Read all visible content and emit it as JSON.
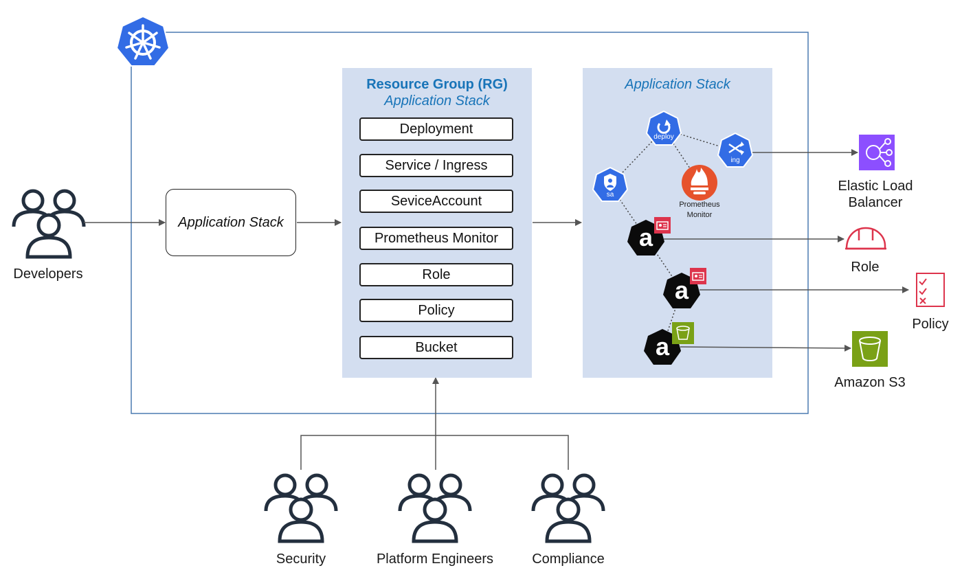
{
  "actors": {
    "developers": "Developers",
    "security": "Security",
    "platform_engineers": "Platform Engineers",
    "compliance": "Compliance"
  },
  "app_stack_box": "Application Stack",
  "resource_group": {
    "title": "Resource Group (RG)",
    "subtitle": "Application Stack",
    "items": [
      "Deployment",
      "Service / Ingress",
      "SeviceAccount",
      "Prometheus Monitor",
      "Role",
      "Policy",
      "Bucket"
    ]
  },
  "application_stack_panel": {
    "title": "Application Stack",
    "deploy": "deploy",
    "ing": "ing",
    "sa": "sa",
    "prometheus_monitor": [
      "Prometheus",
      "Monitor"
    ],
    "ack_letter": "a"
  },
  "aws": {
    "elb": [
      "Elastic Load",
      "Balancer"
    ],
    "role": "Role",
    "policy": "Policy",
    "s3": "Amazon S3"
  },
  "colors": {
    "cluster_border": "#4a7ab0",
    "k8s_blue": "#326ce5",
    "panel_bg": "#d3def0",
    "panel_title": "#1874b8",
    "elb_purple": "#8c4fff",
    "iam_red": "#dd344c",
    "s3_green": "#7aa116",
    "prometheus_orange": "#e6522c"
  },
  "icons": {
    "kubernetes": "kubernetes-helm-icon",
    "users": "users-group-icon",
    "elb": "elastic-load-balancer-icon",
    "role": "iam-role-helmet-icon",
    "policy": "iam-policy-checklist-icon",
    "s3": "s3-bucket-icon"
  }
}
